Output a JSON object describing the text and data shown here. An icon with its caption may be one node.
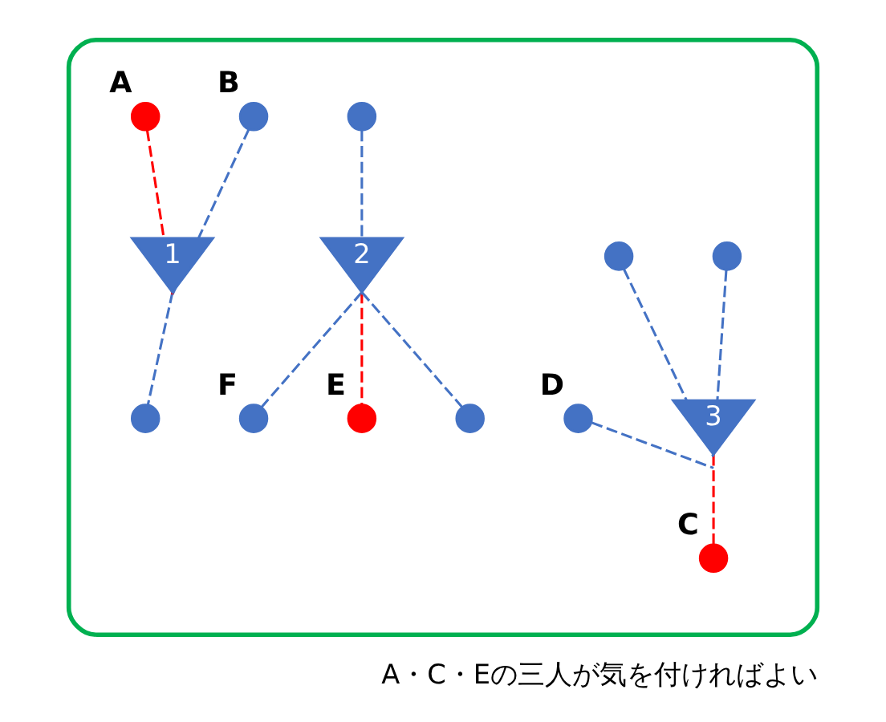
{
  "diagram": {
    "caption": "A・C・Eの三人が気を付ければよい",
    "nodes": [
      {
        "text": [],
        "shape": "ellipse"
      },
      {
        "text": [],
        "shape": "circle",
        "in": 0
      },
      {
        "text": [
          "B"
        ],
        "in": 0
      },
      {
        "text": [
          "2"
        ],
        "in": 0
      },
      {
        "text": [
          "A"
        ],
        "in": 0
      },
      {
        "text": [
          "E"
        ],
        "in": 0
      },
      {
        "text": [],
        "shape": "circle",
        "in": 0
      },
      {
        "text": [
          "1"
        ],
        "in": 0
      },
      {
        "text": [],
        "shape": "circle",
        "in": 0
      },
      {
        "text": [
          "F"
        ],
        "in": 0
      },
      {
        "text": [],
        "shape": "circle",
        "in": 0
      },
      {
        "text": [
          "3"
        ],
        "in": 0
      },
      {
        "text": [],
        "shape": "circle",
        "in": 0
      },
      {
        "text": [
          "D"
        ],
        "in": 0
      },
      {
        "text": [
          "C"
        ],
        "in": 0
      }
    ],
    "edges": [
      {
        "from": 4,
        "to": 7,
        "arrow": "none",
        "style": "dashed",
        "color": "#ff0000"
      },
      {
        "from": 2,
        "to": 7,
        "arrow": "none",
        "style": "dashed"
      },
      {
        "from": 7,
        "to": 8,
        "arrow": "none",
        "style": "dashed"
      },
      {
        "from": 1,
        "to": 3,
        "arrow": "none",
        "style": "dashed"
      },
      {
        "from": 3,
        "to": 6,
        "arrow": "none",
        "style": "dashed"
      },
      {
        "from": 3,
        "to": 5,
        "arrow": "none",
        "style": "dashed",
        "color": "#ff0000"
      },
      {
        "from": 3,
        "to": 9,
        "arrow": "none",
        "style": "dashed"
      },
      {
        "from": 10,
        "to": 11,
        "arrow": "none",
        "style": "dashed"
      },
      {
        "from": 12,
        "to": 11,
        "arrow": "none",
        "style": "dashed"
      },
      {
        "from": 13,
        "to": 11,
        "arrow": "none",
        "style": "dashed"
      },
      {
        "from": 11,
        "to": 14,
        "arrow": "none",
        "style": "dashed",
        "color": "#ff0000"
      }
    ]
  }
}
